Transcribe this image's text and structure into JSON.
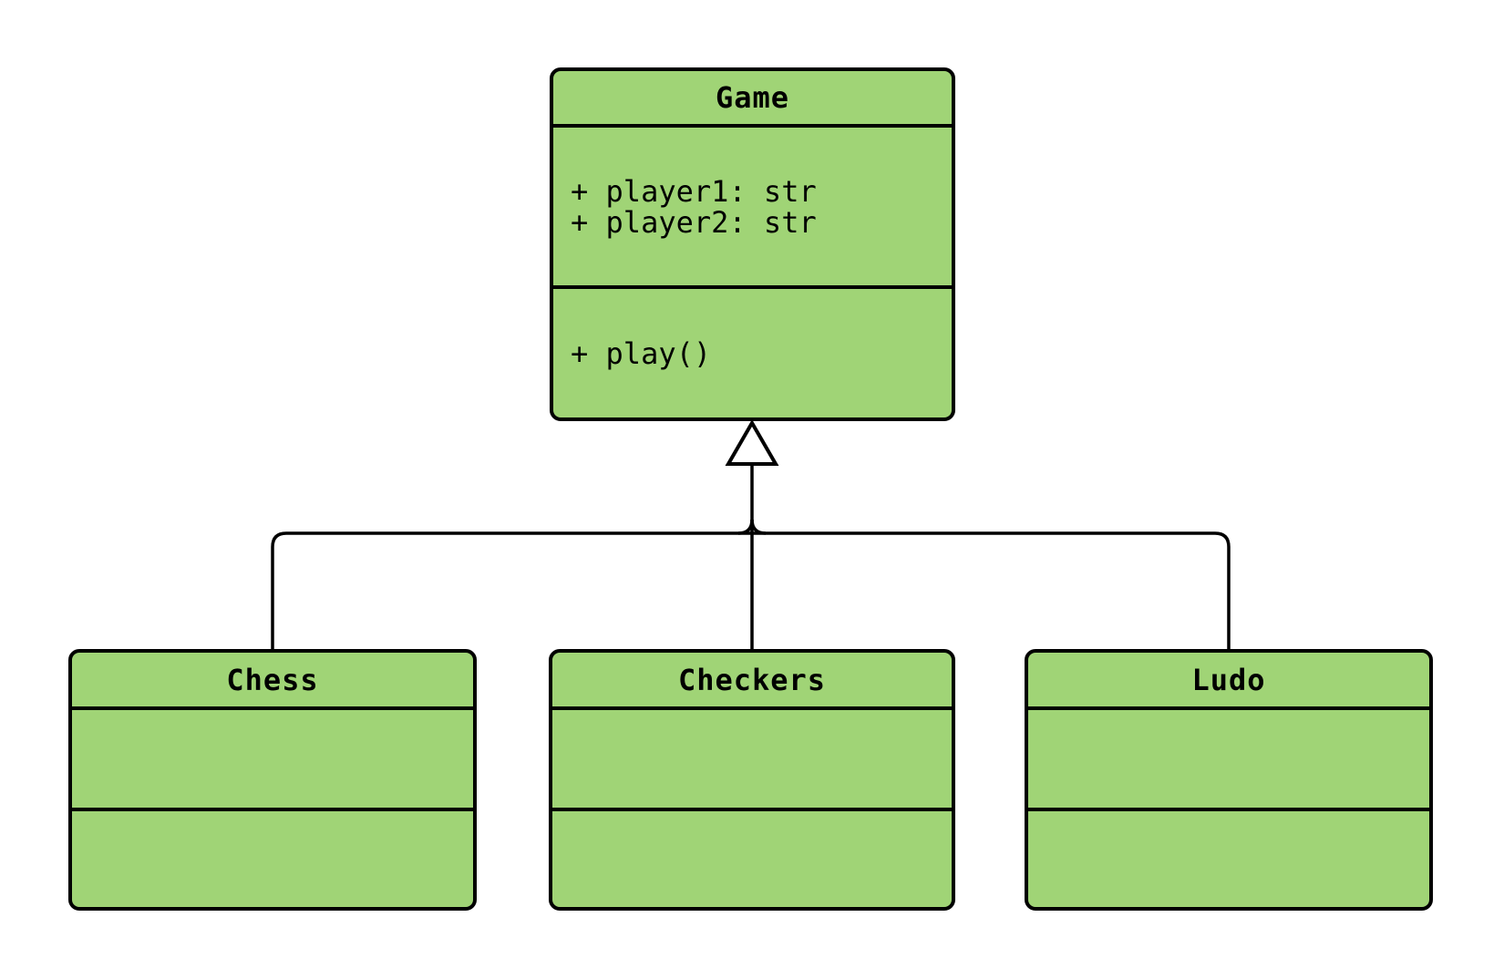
{
  "diagram": {
    "kind": "uml-class-diagram",
    "background_color": "#ffffff",
    "node_fill_color": "#a0d476",
    "node_border_color": "#000000",
    "connector_color": "#000000",
    "text_color": "#000000"
  },
  "classes": [
    {
      "name": "Game",
      "attributes": [
        "+ player1: str",
        "+ player2: str"
      ],
      "methods": [
        "+ play()"
      ]
    },
    {
      "name": "Chess",
      "attributes": [],
      "methods": []
    },
    {
      "name": "Checkers",
      "attributes": [],
      "methods": []
    },
    {
      "name": "Ludo",
      "attributes": [],
      "methods": []
    }
  ],
  "relationships": [
    {
      "type": "inheritance",
      "parent": "Game",
      "children": [
        "Chess",
        "Checkers",
        "Ludo"
      ],
      "arrow": "hollow-triangle"
    }
  ]
}
